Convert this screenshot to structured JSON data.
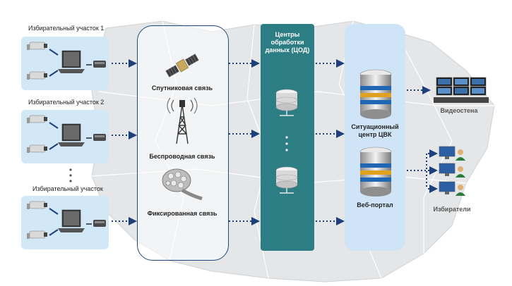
{
  "polling_stations": [
    {
      "label": "Избирательный участок 1"
    },
    {
      "label": "Избирательный участок 2"
    },
    {
      "label": "Избирательный участок"
    }
  ],
  "networks": [
    {
      "label": "Спутниковая связь",
      "icon": "satellite-icon"
    },
    {
      "label": "Беспроводная связь",
      "icon": "radio-tower-icon"
    },
    {
      "label": "Фиксированная связь",
      "icon": "fiber-cable-icon"
    }
  ],
  "processing_centers": {
    "title_line1": "Центры",
    "title_line2": "обработки",
    "title_line3": "данных (ЦОД)"
  },
  "centers": {
    "situational_line1": "Ситуационный",
    "situational_line2": "центр ЦВК",
    "web_portal": "Веб-портал"
  },
  "outputs": {
    "video_wall": "Видеостена",
    "voters": "Избиратели"
  },
  "colors": {
    "panel_blue": "#d3e8f7",
    "teal": "#2d7d84",
    "arrow_navy": "#1d3f7a",
    "map_grey": "#e4e6e8"
  }
}
